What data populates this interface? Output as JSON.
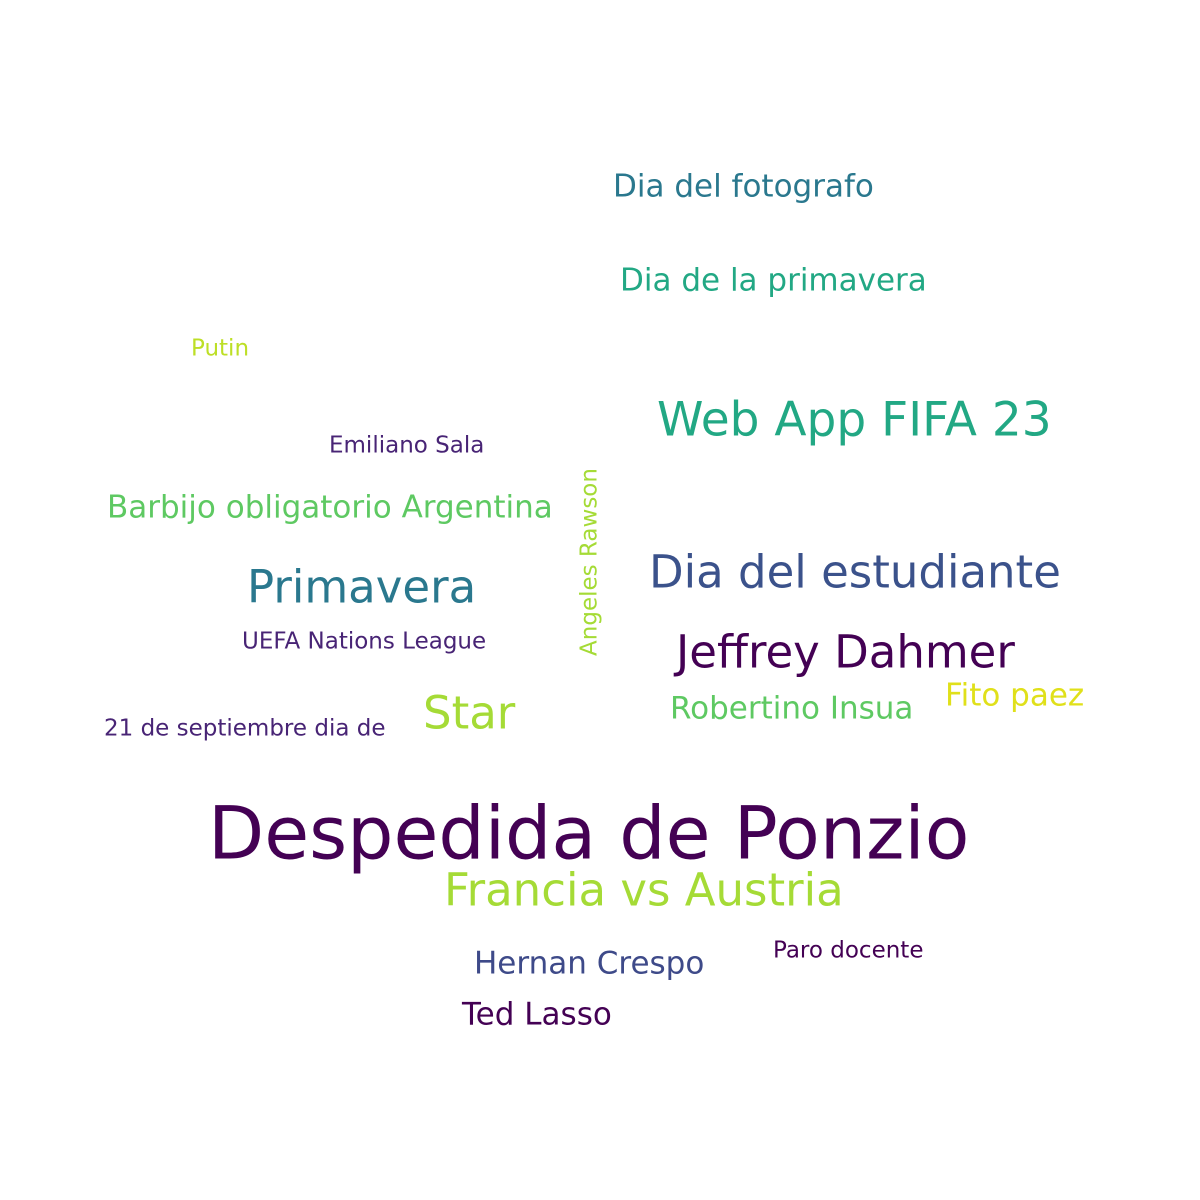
{
  "words": [
    {
      "text": "Dia del fotografo",
      "color": "#2a788e",
      "orientation": "horizontal"
    },
    {
      "text": "Dia de la primavera",
      "color": "#22a884",
      "orientation": "horizontal"
    },
    {
      "text": "Putin",
      "color": "#bddf26",
      "orientation": "horizontal"
    },
    {
      "text": "Web App FIFA 23",
      "color": "#22a884",
      "orientation": "horizontal"
    },
    {
      "text": "Emiliano Sala",
      "color": "#482475",
      "orientation": "horizontal"
    },
    {
      "text": "Barbijo obligatorio Argentina",
      "color": "#5ec962",
      "orientation": "horizontal"
    },
    {
      "text": "Primavera",
      "color": "#2a788e",
      "orientation": "horizontal"
    },
    {
      "text": "Angeles Rawson",
      "color": "#a5db36",
      "orientation": "vertical"
    },
    {
      "text": "Dia del estudiante",
      "color": "#3b528b",
      "orientation": "horizontal"
    },
    {
      "text": "UEFA Nations League",
      "color": "#482475",
      "orientation": "horizontal"
    },
    {
      "text": "Jeffrey Dahmer",
      "color": "#440154",
      "orientation": "horizontal"
    },
    {
      "text": "Fito paez",
      "color": "#e0e01a",
      "orientation": "horizontal"
    },
    {
      "text": "Robertino Insua",
      "color": "#5ec962",
      "orientation": "horizontal"
    },
    {
      "text": "Star",
      "color": "#a5db36",
      "orientation": "horizontal"
    },
    {
      "text": "21 de septiembre dia de",
      "color": "#482475",
      "orientation": "horizontal"
    },
    {
      "text": "Despedida de Ponzio",
      "color": "#440154",
      "orientation": "horizontal"
    },
    {
      "text": "Francia vs Austria",
      "color": "#a5db36",
      "orientation": "horizontal"
    },
    {
      "text": "Paro docente",
      "color": "#440154",
      "orientation": "horizontal"
    },
    {
      "text": "Hernan Crespo",
      "color": "#3e4a89",
      "orientation": "horizontal"
    },
    {
      "text": "Ted Lasso",
      "color": "#440154",
      "orientation": "horizontal"
    }
  ]
}
